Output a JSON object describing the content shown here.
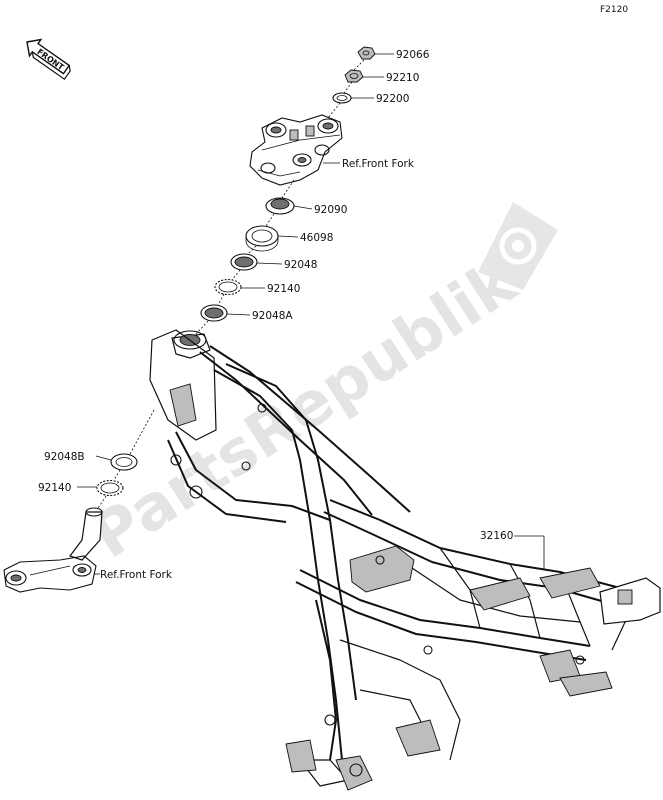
{
  "diagram_code": "F2120",
  "front_badge": "FRONT",
  "watermark": "PartsRepublik",
  "parts": [
    {
      "label": "92066"
    },
    {
      "label": "92210"
    },
    {
      "label": "92200"
    },
    {
      "label": "Ref.Front Fork"
    },
    {
      "label": "92090"
    },
    {
      "label": "46098"
    },
    {
      "label": "92048"
    },
    {
      "label": "92140"
    },
    {
      "label": "92048A"
    },
    {
      "label": "92048B"
    },
    {
      "label": "92140"
    },
    {
      "label": "Ref.Front Fork"
    },
    {
      "label": "32160"
    }
  ]
}
